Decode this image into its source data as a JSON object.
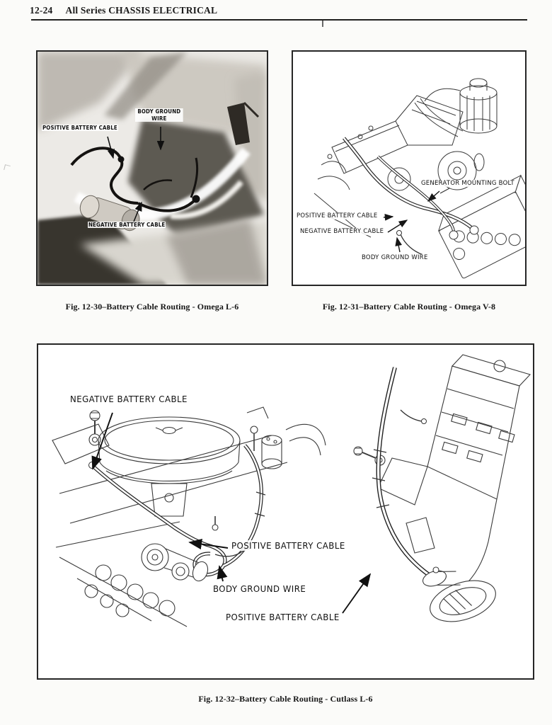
{
  "header": {
    "page_number": "12-24",
    "title": "All Series CHASSIS ELECTRICAL"
  },
  "figures": {
    "fig30": {
      "caption": "Fig. 12-30–Battery Cable Routing - Omega L-6",
      "labels": {
        "body_ground_line1": "BODY GROUND",
        "body_ground_line2": "WIRE",
        "positive": "POSITIVE BATTERY CABLE",
        "negative": "NEGATIVE BATTERY CABLE"
      }
    },
    "fig31": {
      "caption": "Fig. 12-31–Battery Cable Routing - Omega V-8",
      "labels": {
        "generator_bolt": "GENERATOR MOUNTING BOLT",
        "positive": "POSITIVE BATTERY CABLE",
        "negative": "NEGATIVE BATTERY CABLE",
        "body_ground": "BODY GROUND WIRE"
      }
    },
    "fig32": {
      "caption": "Fig. 12-32–Battery Cable Routing - Cutlass L-6",
      "labels": {
        "negative": "NEGATIVE BATTERY CABLE",
        "positive_mid": "POSITIVE BATTERY CABLE",
        "body_ground": "BODY GROUND WIRE",
        "positive_bottom": "POSITIVE BATTERY CABLE"
      }
    }
  },
  "colors": {
    "paper": "#fbfbf9",
    "ink": "#1c1c1c"
  }
}
